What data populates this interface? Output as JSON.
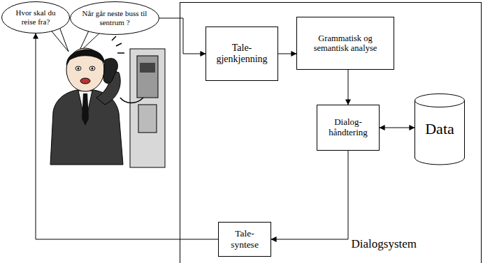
{
  "diagram": {
    "nodes": [
      {
        "text": [
          "Hvor skal du reise fra?"
        ]
      },
      {
        "text": [
          "Når går neste buss til sentrum ?"
        ]
      },
      {
        "text": [
          "Dialogsystem"
        ]
      },
      {
        "text": [
          "Tale- gjenkjenning"
        ],
        "in": 2
      },
      {
        "text": [
          "Grammatisk og semantisk analyse"
        ],
        "in": 2
      },
      {
        "text": [
          "Dialog- håndtering"
        ],
        "in": 2
      },
      {
        "text": [
          "Data"
        ],
        "in": 2
      },
      {
        "text": [
          "Tale- syntese"
        ],
        "in": 2
      }
    ],
    "edges": [
      {
        "from": 1,
        "to": 3,
        "arrow": "to"
      },
      {
        "from": 3,
        "to": 4,
        "arrow": "to"
      },
      {
        "from": 4,
        "to": 5,
        "arrow": "to"
      },
      {
        "from": 5,
        "to": 6,
        "arrow": "both"
      },
      {
        "from": 5,
        "to": 7,
        "arrow": "to"
      },
      {
        "from": 7,
        "to": 0,
        "arrow": "to"
      }
    ]
  }
}
